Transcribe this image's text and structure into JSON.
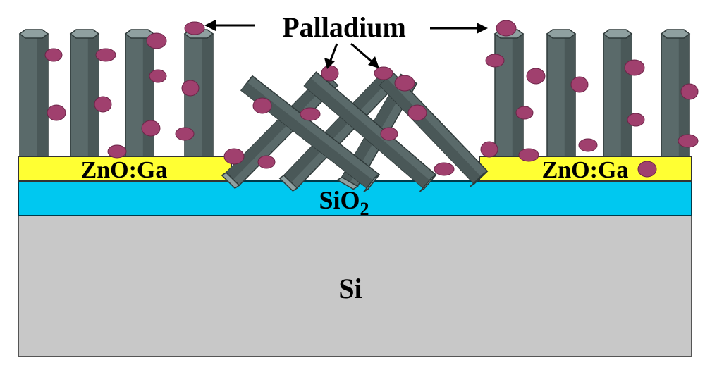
{
  "layers": {
    "substrate": {
      "label": "Si",
      "color": "#c8c8c8"
    },
    "oxide": {
      "label_main": "SiO",
      "label_sub": "2",
      "color": "#00c8f0"
    },
    "electrode_left": {
      "label": "ZnO:Ga",
      "color": "#ffff33"
    },
    "electrode_right": {
      "label": "ZnO:Ga",
      "color": "#ffff33"
    }
  },
  "annotations": {
    "catalyst": "Palladium"
  },
  "colors": {
    "rod": "#5a6a6a",
    "rod_top": "#8fa0a0",
    "particle": "#a0406e"
  }
}
